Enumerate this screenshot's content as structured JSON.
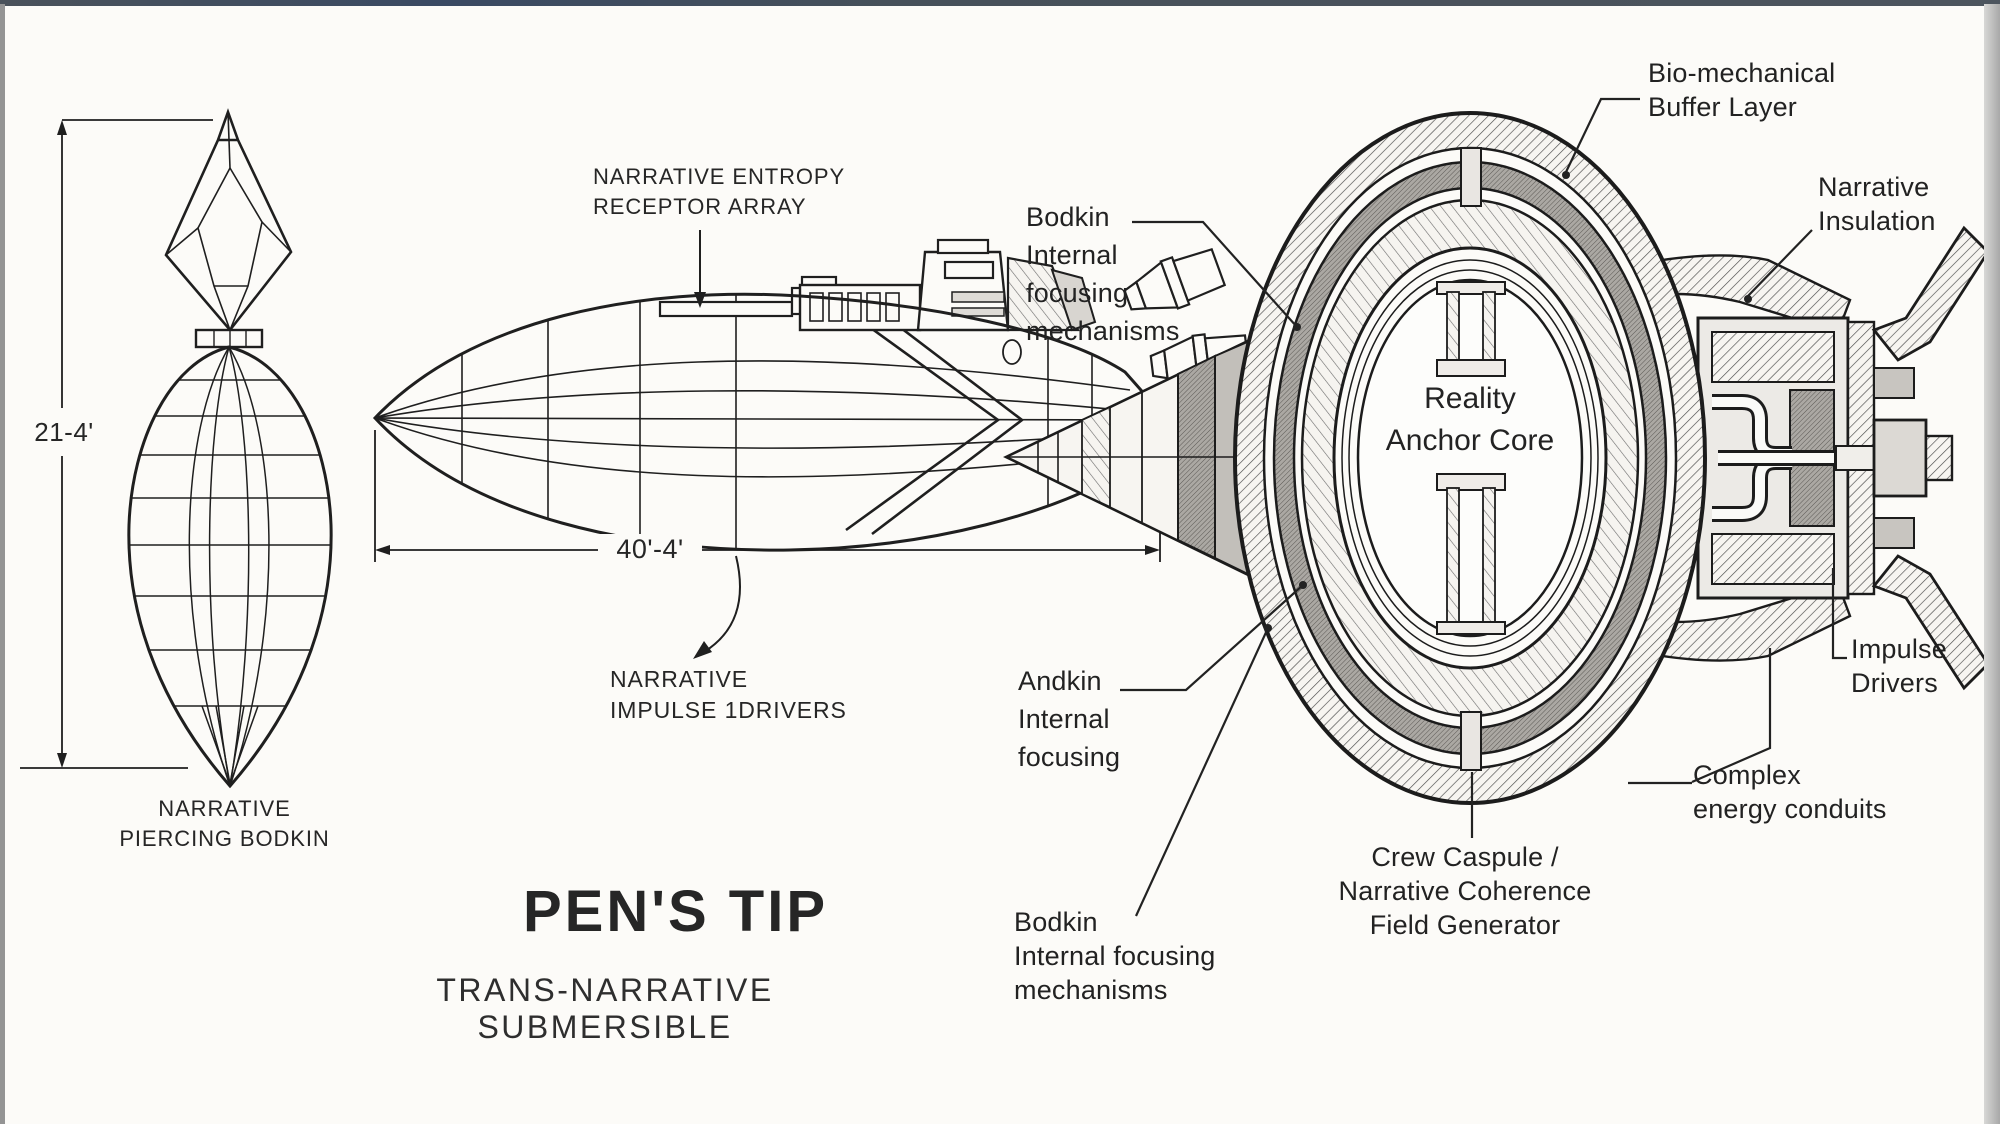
{
  "colors": {
    "ink": "#1f1f1f",
    "paper": "#fcfbf8",
    "top_bar": "#46505b",
    "edge_gray": "#999999"
  },
  "title_block": {
    "title": "PEN'S TIP",
    "subtitle": "TRANS-NARRATIVE SUBMERSIBLE"
  },
  "front_view": {
    "label": [
      "NARRATIVE",
      "PIERCING BODKIN"
    ],
    "height_dimension": "21-4'"
  },
  "side_view": {
    "receptor_array_label": [
      "NARRATIVE ENTROPY",
      "RECEPTOR ARRAY"
    ],
    "length_dimension": "40'-4'",
    "impulse_drivers_label": [
      "NARRATIVE",
      "IMPULSE 1DRIVERS"
    ]
  },
  "cross_section": {
    "core_label": [
      "Reality",
      "Anchor Core"
    ],
    "bio_mechanical_buffer": [
      "Bio-mechanical",
      "Buffer Layer"
    ],
    "narrative_insulation": [
      "Narrative",
      "Insulation"
    ],
    "bodkin_internal_top": [
      "Bodkin",
      "Internal",
      "focusing",
      "mechanisms"
    ],
    "andkin_internal": [
      "Andkin",
      "Internal",
      "focusing"
    ],
    "bodkin_internal_bottom": [
      "Bodkin",
      "Internal focusing",
      "mechanisms"
    ],
    "crew_capsule": [
      "Crew Caspule /",
      "Narrative Coherence",
      "Field Generator"
    ],
    "complex_energy_conduits": [
      "Complex",
      "energy conduits"
    ],
    "impulse_drivers": [
      "Impulse",
      "Drivers"
    ]
  }
}
